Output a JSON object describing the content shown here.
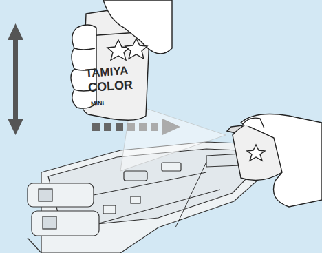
{
  "diagram": {
    "labels": [
      "TAMIYA",
      "COLOR",
      "MINI"
    ]
  }
}
